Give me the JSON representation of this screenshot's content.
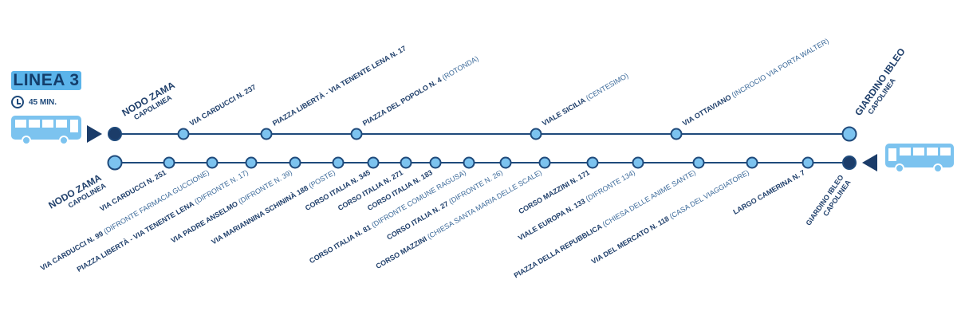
{
  "header": {
    "line_label": "LINEA 3",
    "duration": "45 MIN."
  },
  "colors": {
    "line": "#1f4a7b",
    "stop_fill": "#7cc3ef",
    "terminal_dark": "#1b3c69",
    "bus": "#7cc3ef",
    "badge_bg": "#5bb4ea",
    "label_main": "#1f3f6b",
    "label_detail": "#3c6a9a"
  },
  "outbound": {
    "origin": {
      "name": "NODO ZAMA",
      "sub": "CAPOLINEA"
    },
    "destination": {
      "name": "GIARDINO IBLEO",
      "sub": "CAPOLINEA"
    },
    "stops": [
      {
        "main": "VIA CARDUCCI N. 237",
        "detail": ""
      },
      {
        "main": "PIAZZA LIBERTÀ - VIA TENENTE LENA N. 17",
        "detail": ""
      },
      {
        "main": "PIAZZA DEL POPOLO N. 4",
        "detail": "(ROTONDA)"
      },
      {
        "main": "VIALE SICILIA",
        "detail": "(CENTESIMO)"
      },
      {
        "main": "VIA OTTAVIANO",
        "detail": "(INCROCIO VIA PORTA WALTER)"
      }
    ]
  },
  "inbound": {
    "origin": {
      "name": "NODO ZAMA",
      "sub": "CAPOLINEA"
    },
    "destination": {
      "name": "GIARDINO IBLEO",
      "sub": "CAPOLINEA"
    },
    "stops": [
      {
        "main": "VIA CARDUCCI N. 251",
        "detail": ""
      },
      {
        "main": "VIA CARDUCCI N. 99",
        "detail": "(DIFRONTE FARMACIA GUCCIONE)"
      },
      {
        "main": "PIAZZA LIBERTÀ - VIA TENENTE LENA",
        "detail": "(DIFRONTE N. 17)"
      },
      {
        "main": "VIA PADRE ANSELMO",
        "detail": "(DIFRONTE N. 39)"
      },
      {
        "main": "VIA MARIANNINA SCHININÀ 188",
        "detail": "(POSTE)"
      },
      {
        "main": "CORSO ITALIA N. 345",
        "detail": ""
      },
      {
        "main": "CORSO ITALIA N. 271",
        "detail": ""
      },
      {
        "main": "CORSO ITALIA N. 183",
        "detail": ""
      },
      {
        "main": "CORSO ITALIA N. 81",
        "detail": "(DIFRONTE COMUNE RAGUSA)"
      },
      {
        "main": "CORSO ITALIA N. 27",
        "detail": "(DIFRONTE N. 26)"
      },
      {
        "main": "CORSO MAZZINI",
        "detail": "(CHIESA SANTA MARIA DELLE SCALE)"
      },
      {
        "main": "CORSO MAZZINI N. 171",
        "detail": ""
      },
      {
        "main": "VIALE EUROPA N. 133",
        "detail": "(DIFRONTE 134)"
      },
      {
        "main": "PIAZZA DELLA REPUBBLICA",
        "detail": "(CHIESA DELLE ANIME SANTE)"
      },
      {
        "main": "VIA DEL MERCATO N. 118",
        "detail": "(CASA DEL VIAGGIATORE)"
      },
      {
        "main": "LARGO CAMERINA N. 7",
        "detail": ""
      }
    ]
  }
}
